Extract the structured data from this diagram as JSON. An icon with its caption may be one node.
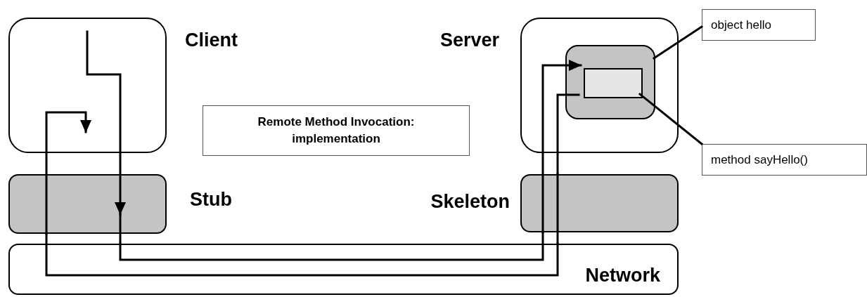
{
  "diagram": {
    "nodes": [
      {
        "text": [
          "Client"
        ]
      },
      {
        "text": [
          "Server"
        ]
      },
      {
        "text": [],
        "shape": "box",
        "in": 1
      },
      {
        "text": [],
        "shape": "box",
        "in": 2
      },
      {
        "text": [
          "Stub"
        ]
      },
      {
        "text": [
          "Skeleton"
        ]
      },
      {
        "text": [
          "Network"
        ]
      },
      {
        "text": [
          "object hello"
        ]
      },
      {
        "text": [
          "method sayHello()"
        ]
      },
      {
        "text": [
          "Remote Method Invocation: implementation"
        ]
      }
    ],
    "edges": [
      {
        "from": 0,
        "to": 4,
        "arrow": "to"
      },
      {
        "from": 4,
        "to": 6,
        "arrow": "none"
      },
      {
        "from": 6,
        "to": 5,
        "arrow": "none"
      },
      {
        "from": 5,
        "to": 3,
        "arrow": "to"
      },
      {
        "from": 3,
        "to": 5,
        "arrow": "none"
      },
      {
        "from": 5,
        "to": 6,
        "arrow": "none"
      },
      {
        "from": 6,
        "to": 4,
        "arrow": "none"
      },
      {
        "from": 4,
        "to": 0,
        "arrow": "to"
      },
      {
        "from": 7,
        "to": 2,
        "arrow": "none"
      },
      {
        "from": 8,
        "to": 3,
        "arrow": "none"
      }
    ]
  }
}
